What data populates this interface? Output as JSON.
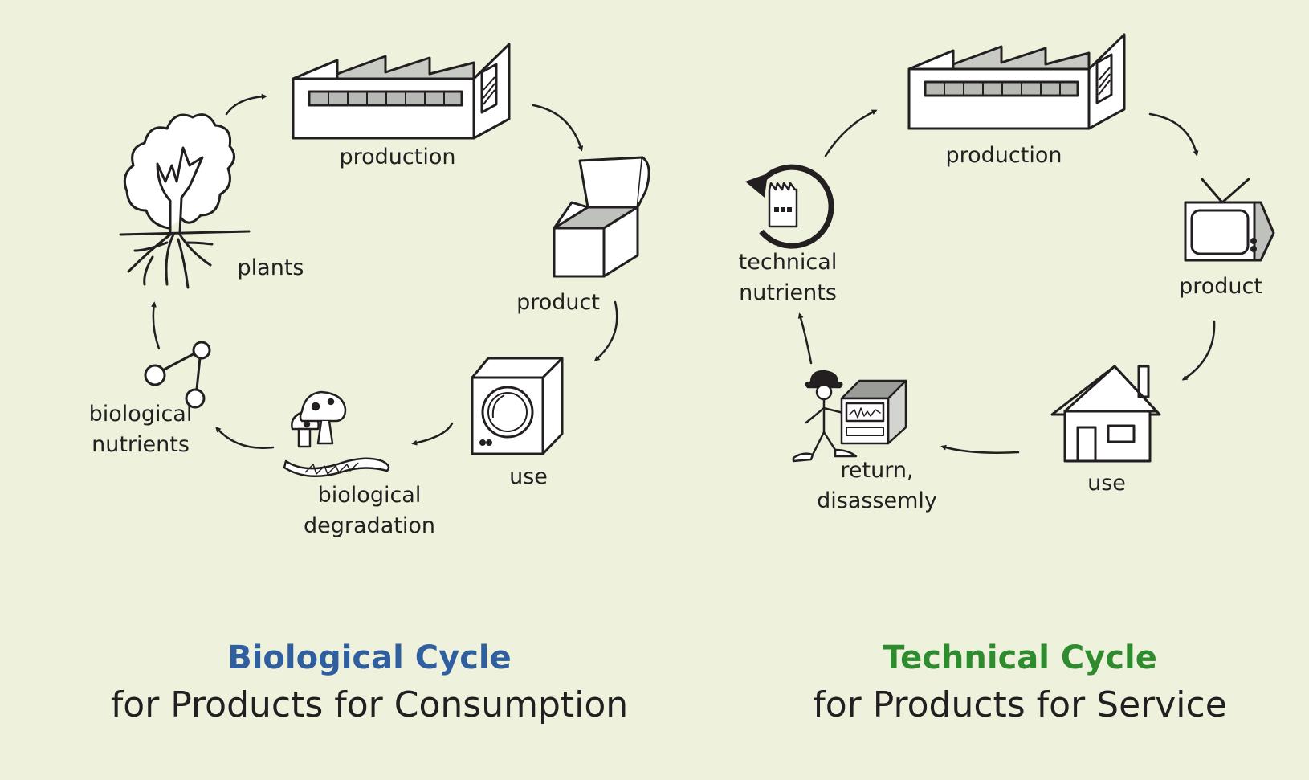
{
  "biological_cycle": {
    "title": "Biological Cycle",
    "subtitle": "for Products for Consumption",
    "title_color": "#2f5f9e",
    "labels": {
      "production": "production",
      "product": "product",
      "use": "use",
      "biological_degradation": "biological\ndegradation",
      "biological_nutrients": "biological\nnutrients",
      "plants": "plants"
    }
  },
  "technical_cycle": {
    "title": "Technical Cycle",
    "subtitle": "for Products for Service",
    "title_color": "#2e8b2e",
    "labels": {
      "production": "production",
      "product": "product",
      "use": "use",
      "return_disassembly": "return,\ndisassemly",
      "technical_nutrients": "technical\nnutrients"
    }
  },
  "icons": [
    "factory-icon",
    "open-box-icon",
    "washing-machine-icon",
    "mushroom-worm-icon",
    "molecule-icon",
    "tree-icon",
    "television-icon",
    "house-icon",
    "person-with-machine-icon",
    "recycle-factory-icon",
    "arrow-icon"
  ]
}
